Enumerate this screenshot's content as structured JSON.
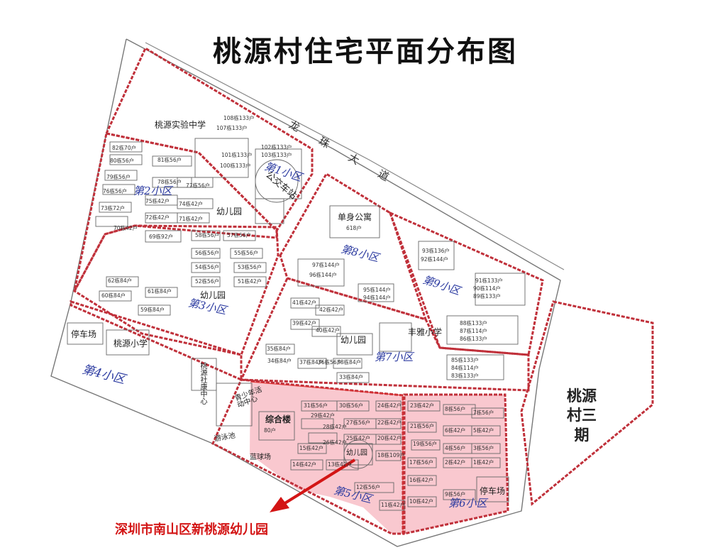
{
  "title": "桃源村住宅平面分布图",
  "road_name": "龙 珠 大 道",
  "callout": "深圳市南山区新桃源幼儿园",
  "colors": {
    "boundary": "#c0303a",
    "highlight_fill": "#f9c8cf",
    "zone_label": "#2b3aa0",
    "callout": "#d31515",
    "road": "#555555"
  },
  "zones": [
    {
      "id": "z1",
      "label": "第1小区"
    },
    {
      "id": "z2",
      "label": "第2小区"
    },
    {
      "id": "z3",
      "label": "第3小区"
    },
    {
      "id": "z4",
      "label": "第4小区"
    },
    {
      "id": "z5",
      "label": "第5小区"
    },
    {
      "id": "z6",
      "label": "第6小区"
    },
    {
      "id": "z7",
      "label": "第7小区"
    },
    {
      "id": "z8",
      "label": "第8小区"
    },
    {
      "id": "z9",
      "label": "第9小区"
    }
  ],
  "facilities": {
    "middle_school": "桃源实验中学",
    "bus_station": "公交车站",
    "kindergarten": "幼儿园",
    "dormitory": "单身公寓",
    "dormitory_units": "618户",
    "primary_school_yaxue": "丰雅小学",
    "primary_school": "桃源小学",
    "parking": "停车场",
    "health_center": "桃源社康中心",
    "youth_center": "青少年活动中心",
    "pool": "游泳池",
    "complex": "综合楼",
    "complex_units": "80户",
    "basketball": "蓝球场",
    "phase3": "桃源村三期"
  },
  "buildings": [
    "108栋133户",
    "107栋133户",
    "102栋133户",
    "103栋133户",
    "101栋133户",
    "100栋133户",
    "82栋70户",
    "81栋56户",
    "80栋56户",
    "79栋56户",
    "78栋56户",
    "77栋56户",
    "76栋56户",
    "75栋42户",
    "74栋42户",
    "73栋72户",
    "72栋42户",
    "71栋42户",
    "70栋42户",
    "69栋92户",
    "58栋56户",
    "57栋56户",
    "56栋56户",
    "55栋56户",
    "54栋56户",
    "53栋56户",
    "52栋56户",
    "51栋42户",
    "62栋84户",
    "61栋84户",
    "60栋84户",
    "59栋84户",
    "97栋144户",
    "96栋144户",
    "95栋144户",
    "94栋144户",
    "93栋136户",
    "92栋144户",
    "91栋133户",
    "90栋114户",
    "89栋133户",
    "88栋133户",
    "87栋114户",
    "86栋133户",
    "85栋133户",
    "84栋114户",
    "83栋133户",
    "42栋42户",
    "41栋42户",
    "40栋42户",
    "39栋42户",
    "38栋84户",
    "37栋84户",
    "36栋56户",
    "35栋84户",
    "34栋84户",
    "33栋84户",
    "31栋56户",
    "30栋56户",
    "29栋42户",
    "28栋42户",
    "27栋56户",
    "26栋42户",
    "25栋42户",
    "24栋42户",
    "23栋42户",
    "22栋42户",
    "21栋56户",
    "20栋42户",
    "19栋56户",
    "18栋109户",
    "17栋56户",
    "16栋42户",
    "15栋42户",
    "14栋42户",
    "13栋42户",
    "12栋56户",
    "11栋42户",
    "10栋42户",
    "9栋56户",
    "8栋56户",
    "7栋56户",
    "6栋42户",
    "5栋42户",
    "4栋56户",
    "3栋56户",
    "2栋42户",
    "1栋42户"
  ]
}
